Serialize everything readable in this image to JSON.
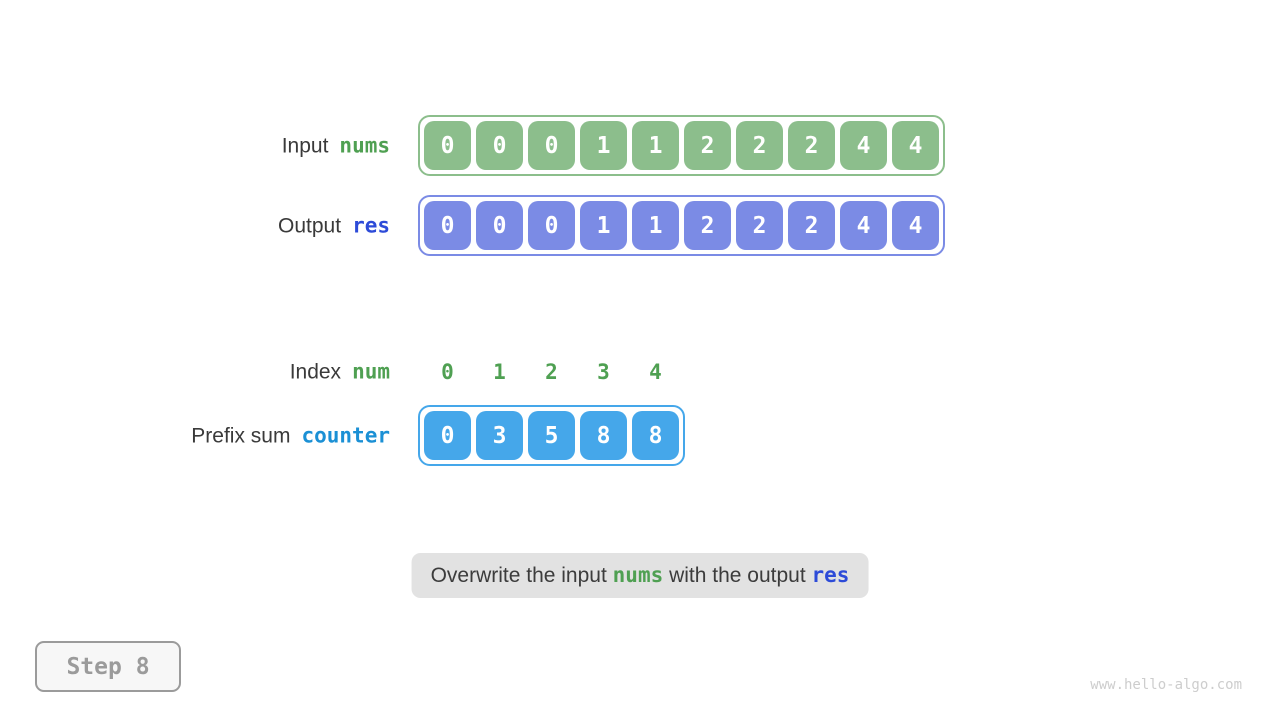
{
  "figure": {
    "rows": [
      {
        "label": "Input",
        "var": "nums",
        "values": [
          "0",
          "0",
          "0",
          "1",
          "1",
          "2",
          "2",
          "2",
          "4",
          "4"
        ]
      },
      {
        "label": "Output",
        "var": "res",
        "values": [
          "0",
          "0",
          "0",
          "1",
          "1",
          "2",
          "2",
          "2",
          "4",
          "4"
        ]
      },
      {
        "label": "Index",
        "var": "num",
        "values": [
          "0",
          "1",
          "2",
          "3",
          "4"
        ]
      },
      {
        "label": "Prefix sum",
        "var": "counter",
        "values": [
          "0",
          "3",
          "5",
          "8",
          "8"
        ]
      }
    ],
    "caption": {
      "text_before": "Overwrite the input ",
      "var_nums": "nums",
      "text_middle": " with the output ",
      "var_res": "res"
    },
    "step_label": "Step 8",
    "watermark": "www.hello-algo.com"
  },
  "colors": {
    "green_cell": "#8cbe8c",
    "green_text": "#4fa052",
    "purple_cell": "#7b8be5",
    "res_text": "#2d4bd8",
    "blue_cell": "#45a7ea",
    "counter_text": "#1b90d5",
    "label_text": "#3a3a3a",
    "caption_bg": "#e2e2e2",
    "step_gray": "#9b9b9b",
    "watermark": "#cdcdcd"
  }
}
